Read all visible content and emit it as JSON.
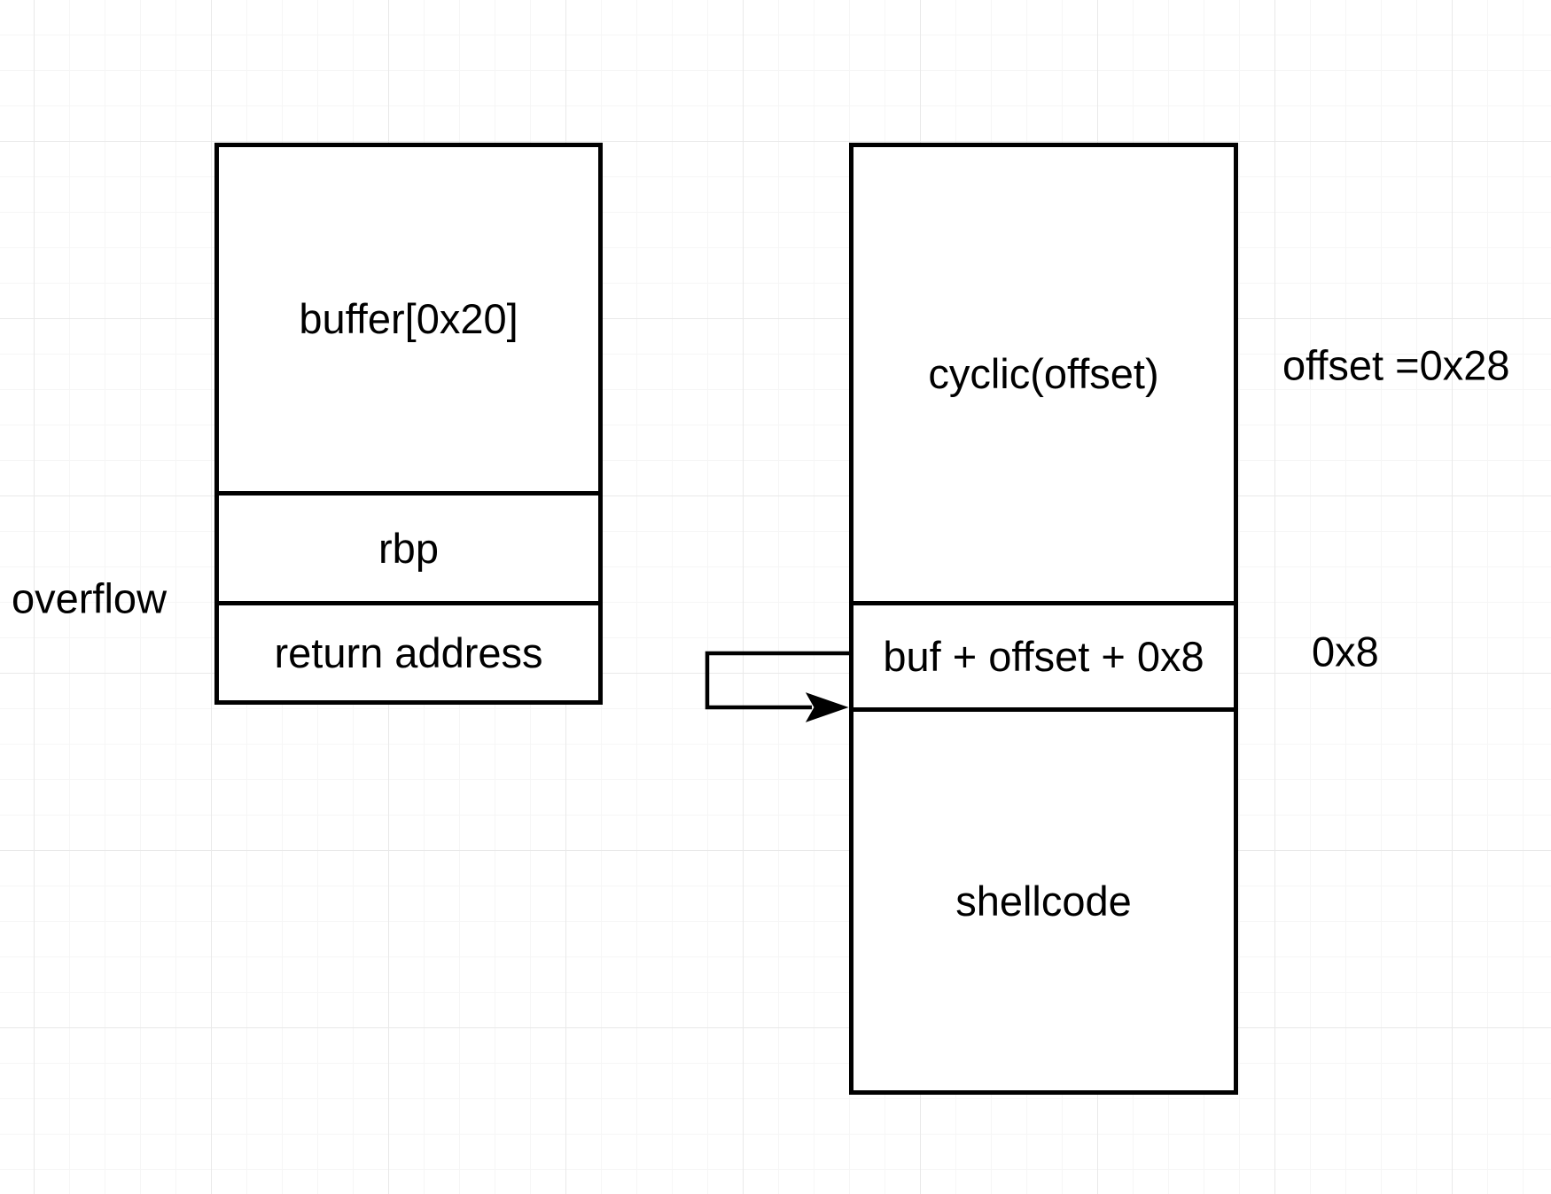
{
  "diagram": {
    "title": "buffer overflow exploit memory layout",
    "left_stack": {
      "cells": [
        {
          "label": "buffer[0x20]"
        },
        {
          "label": "rbp"
        },
        {
          "label": "return address"
        }
      ]
    },
    "right_stack": {
      "cells": [
        {
          "label": "cyclic(offset)"
        },
        {
          "label": "buf + offset + 0x8"
        },
        {
          "label": "shellcode"
        }
      ]
    },
    "annotations": {
      "overflow_label": "overflow",
      "offset_value_label": "offset =0x28",
      "return_slot_size_label": "0x8"
    },
    "colors": {
      "stroke": "#000000",
      "text": "#000000",
      "background": "#ffffff",
      "grid_minor": "#f6f6f6",
      "grid_major": "#e9e9e9"
    }
  }
}
